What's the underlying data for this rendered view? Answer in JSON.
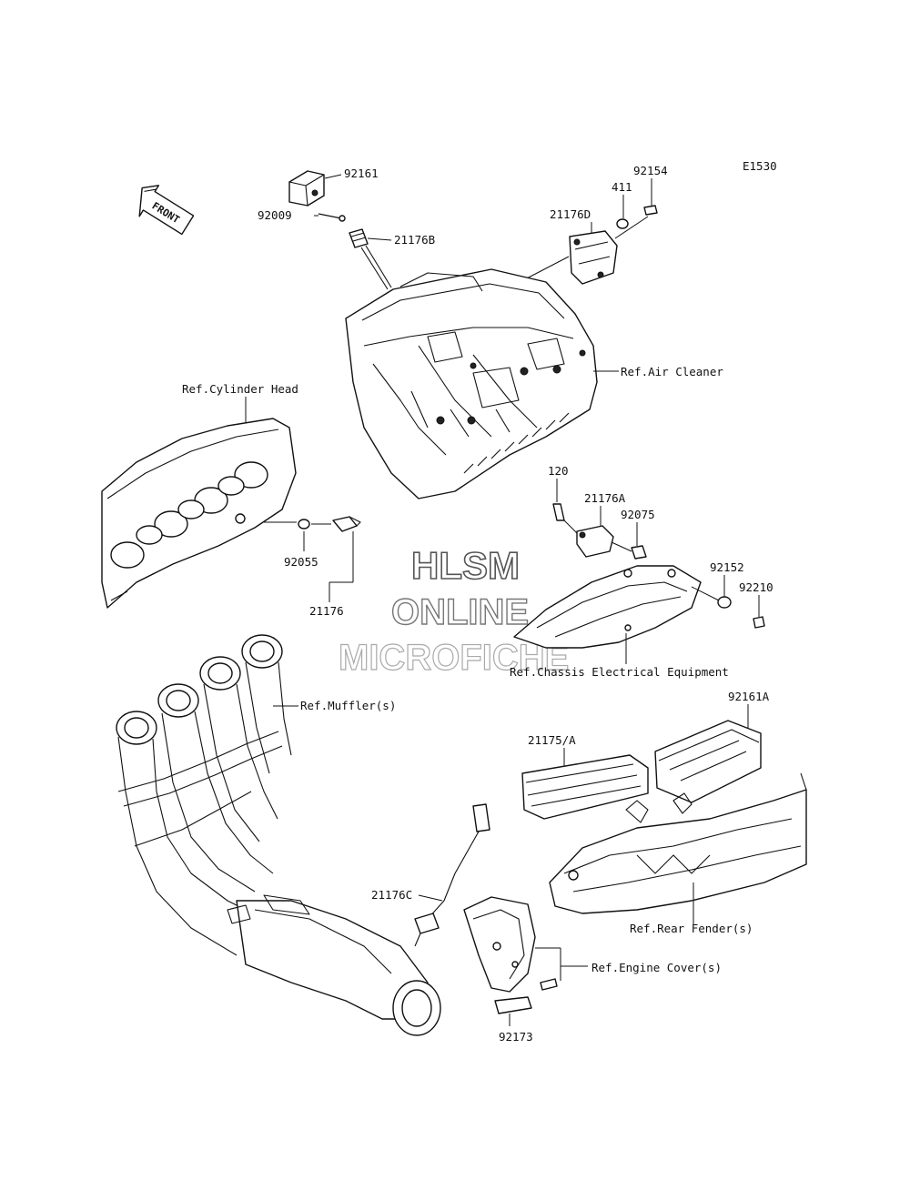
{
  "diagram_code": "E1530",
  "front_label": "FRONT",
  "watermark": {
    "line1": "HLSM",
    "line2": "ONLINE",
    "line3": "MICROFICHE"
  },
  "labels": {
    "p92161": "92161",
    "p92009": "92009",
    "p21176B": "21176B",
    "p21176D": "21176D",
    "p411": "411",
    "p92154": "92154",
    "ref_air_cleaner": "Ref.Air Cleaner",
    "ref_cylinder_head": "Ref.Cylinder Head",
    "p120": "120",
    "p21176A": "21176A",
    "p92075": "92075",
    "p92152": "92152",
    "p92210": "92210",
    "p92055": "92055",
    "p21176": "21176",
    "ref_chassis_electrical": "Ref.Chassis Electrical Equipment",
    "ref_mufflers": "Ref.Muffler(s)",
    "p92161A": "92161A",
    "p21175A": "21175/A",
    "p21176C": "21176C",
    "ref_rear_fender": "Ref.Rear Fender(s)",
    "ref_engine_cover": "Ref.Engine Cover(s)",
    "p92173": "92173"
  }
}
